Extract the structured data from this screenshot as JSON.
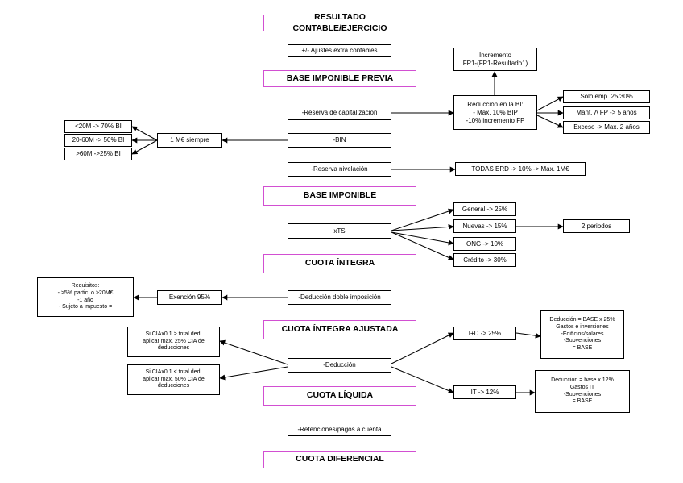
{
  "colors": {
    "main_border": "#d24fd2",
    "line": "#000000"
  },
  "main_steps": {
    "resultado": "RESULTADO CONTABLE/EJERCICIO",
    "bip": "BASE IMPONIBLE PREVIA",
    "bi": "BASE IMPONIBLE",
    "cuota_integra": "CUOTA ÍNTEGRA",
    "cuota_ajustada": "CUOTA ÍNTEGRA AJUSTADA",
    "cuota_liquida": "CUOTA LÍQUIDA",
    "cuota_diferencial": "CUOTA DIFERENCIAL"
  },
  "ops": {
    "ajustes": "+/- Ajustes extra contables",
    "reserva_cap": "-Reserva de capitalizacion",
    "bin": "-BIN",
    "reserva_niv": "-Reserva nivelación",
    "xts": "xTS",
    "deduccion_doble": "-Deducción doble imposición",
    "deduccion": "-Deducción",
    "retenciones": "-Retenciones/pagos a cuenta"
  },
  "capitalizacion": {
    "incremento": "Incremento\nFP1-(FP1-Resultado1)",
    "reduccion": "Reducción en la BI:\n- Max. 10% BIP\n-10% incremento FP",
    "solo_emp": "Solo emp. 25/30%",
    "mant": "Mant. Λ FP -> 5 años",
    "exceso": "Exceso -> Max. 2 años"
  },
  "bin_branch": {
    "siempre": "1 M€ siempre",
    "t1": "<20M -> 70% BI",
    "t2": "20-60M -> 50% BI",
    "t3": ">60M ->25% BI"
  },
  "nivelacion": {
    "todas": "TODAS ERD -> 10% -> Max. 1M€"
  },
  "tipos": {
    "general": "General -> 25%",
    "nuevas": "Nuevas -> 15%",
    "periodos": "2 periodos",
    "ong": "ONG -> 10%",
    "credito": "Crédito -> 30%"
  },
  "doble_imp": {
    "exencion": "Exención 95%",
    "requisitos": "Requisitos:\n- >5% partic. o >20M€\n-1 año\n- Sujeto a impuesto ="
  },
  "deduccion_branch": {
    "si_mayor": "Si CIAx0.1 > total ded.\naplicar max. 25% CIA de\ndeducciones",
    "si_menor": "Si CIAx0.1 < total ded.\naplicar max. 50% CIA de\ndeducciones",
    "id": "I+D -> 25%",
    "it": "IT -> 12%",
    "id_detail": "Deducción = BASE x 25%\nGastos e inversiones\n-Edificios/solares\n-Subvenciones\n= BASE",
    "it_detail": "Deducción = base x 12%\nGastos IT\n-Subvenciones\n= BASE"
  }
}
